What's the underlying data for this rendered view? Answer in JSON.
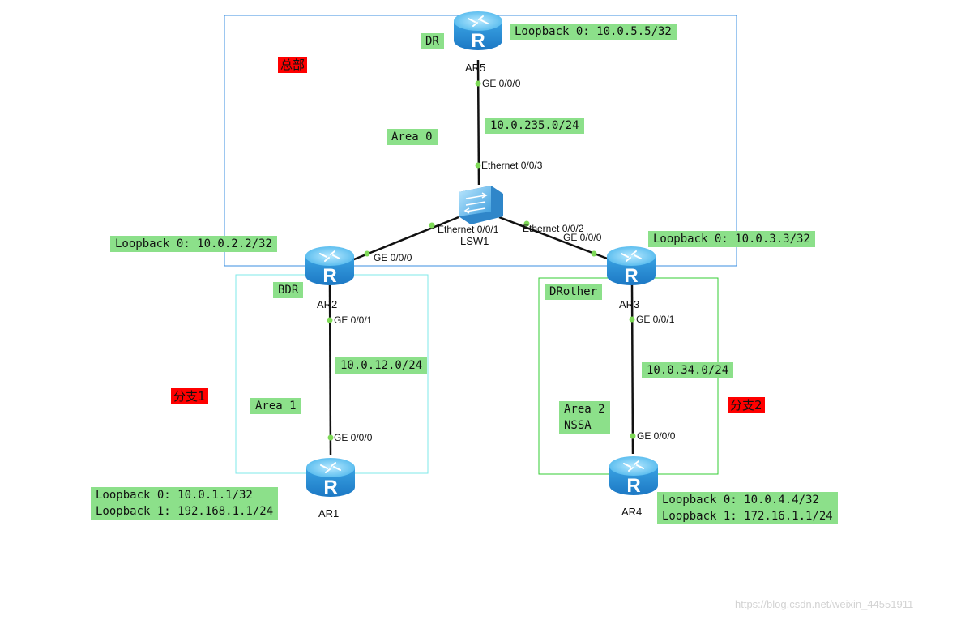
{
  "devices": {
    "ar5": "AR5",
    "ar2": "AR2",
    "ar3": "AR3",
    "ar1": "AR1",
    "ar4": "AR4",
    "lsw1": "LSW1"
  },
  "ports": {
    "ar5_ge000": "GE 0/0/0",
    "lsw1_eth003": "Ethernet 0/0/3",
    "lsw1_eth001": "Ethernet 0/0/1",
    "lsw1_eth002": "Ethernet 0/0/2",
    "ar2_ge000": "GE 0/0/0",
    "ar3_ge000": "GE 0/0/0",
    "ar2_ge001": "GE 0/0/1",
    "ar3_ge001": "GE 0/0/1",
    "ar1_ge000": "GE 0/0/0",
    "ar4_ge000": "GE 0/0/0"
  },
  "labels": {
    "ar5_loopback0": "Loopback 0: 10.0.5.5/32",
    "ar2_loopback0": "Loopback 0: 10.0.2.2/32",
    "ar3_loopback0": "Loopback 0: 10.0.3.3/32",
    "ar1_loopback0": "Loopback 0: 10.0.1.1/32",
    "ar1_loopback1": "Loopback 1: 192.168.1.1/24",
    "ar4_loopback0": "Loopback 0: 10.0.4.4/32",
    "ar4_loopback1": "Loopback 1: 172.16.1.1/24",
    "dr": "DR",
    "bdr": "BDR",
    "drother": "DRother",
    "area0": "Area 0",
    "area1": "Area 1",
    "area2_line1": "Area 2",
    "area2_line2": "NSSA",
    "net_235": "10.0.235.0/24",
    "net_12": "10.0.12.0/24",
    "net_34": "10.0.34.0/24"
  },
  "tags": {
    "hq": "总部",
    "branch1": "分支1",
    "branch2": "分支2"
  },
  "watermark": "https://blog.csdn.net/weixin_44551911",
  "colors": {
    "label_bg": "#8ce08a",
    "tag_bg": "#ff0000",
    "area0_border": "#3b8fe0",
    "area1_border": "#7fe8e8",
    "area2_border": "#33cc33",
    "port_dot": "#7ed957",
    "router_blue": "#3fa7e0"
  }
}
